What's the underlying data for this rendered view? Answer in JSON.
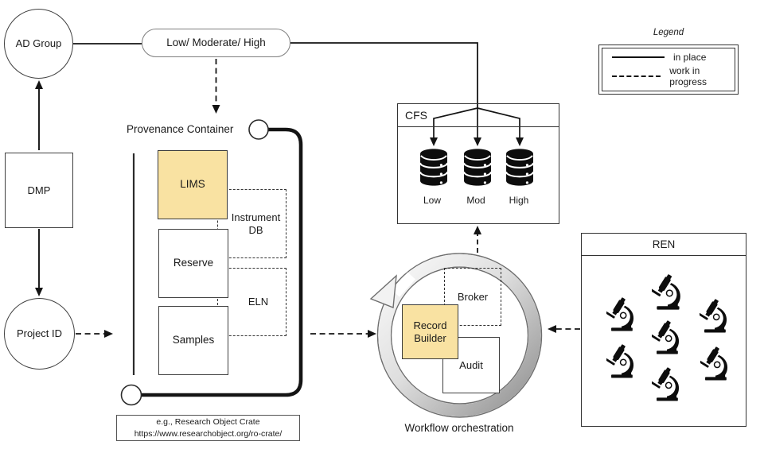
{
  "legend": {
    "title": "Legend",
    "items": [
      {
        "style": "solid",
        "label": "in place"
      },
      {
        "style": "dashed",
        "label": "work in progress"
      }
    ]
  },
  "nodes": {
    "ad_group": "AD Group",
    "dmp": "DMP",
    "project_id": "Project ID",
    "classification": "Low/ Moderate/ High",
    "provenance": {
      "title": "Provenance Container",
      "lims": "LIMS",
      "instrument_db": "Instrument DB",
      "reserve": "Reserve",
      "eln": "ELN",
      "samples": "Samples",
      "note_line1": "e.g., Research Object Crate",
      "note_line2": "https://www.researchobject.org/ro-crate/"
    },
    "cfs": {
      "title": "CFS",
      "tiers": [
        "Low",
        "Mod",
        "High"
      ]
    },
    "workflow": {
      "caption": "Workflow orchestration",
      "broker": "Broker",
      "record_builder": "Record Builder",
      "audit": "Audit"
    },
    "ren": {
      "title": "REN",
      "microscope_count": 7
    }
  },
  "colors": {
    "highlight": "#F9E2A2",
    "line": "#141414",
    "ring_light": "#fbfbfb",
    "ring_dark": "#8f8f8f"
  }
}
